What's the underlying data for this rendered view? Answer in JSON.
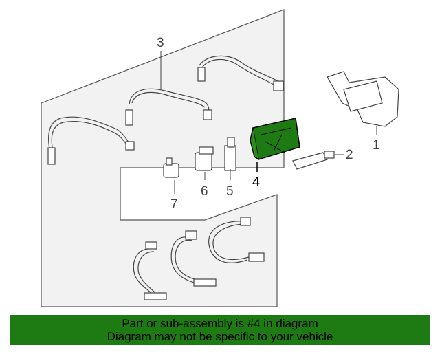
{
  "diagram": {
    "callouts": [
      "1",
      "2",
      "3",
      "4",
      "5",
      "6",
      "7"
    ],
    "highlight_color": "#1e7a12",
    "highlighted_callout": "4"
  },
  "banner": {
    "line1": "Part or sub-assembly is #4 in diagram",
    "line2": "Diagram may not be specific to your vehicle",
    "background": "#1e7a12"
  }
}
